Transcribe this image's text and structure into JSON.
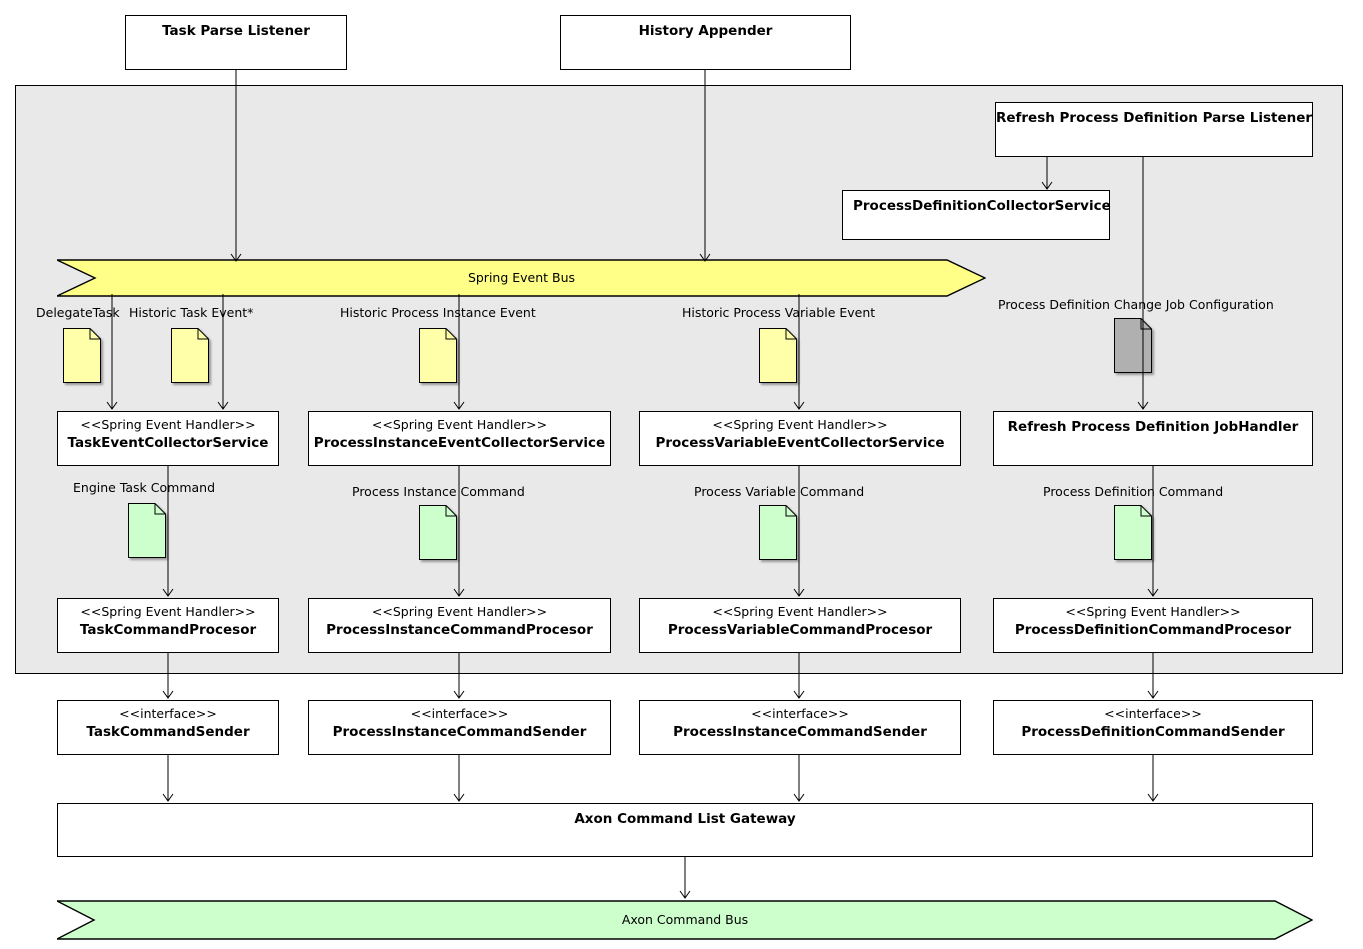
{
  "diagram": {
    "title": "Camunda / Axon event-to-command architecture",
    "colors": {
      "group_fill": "#e9e9e9",
      "event_note_fill": "#ffffaa",
      "command_note_fill": "#ccffcc",
      "config_note_fill": "#b0b0b0",
      "spring_bus_fill": "#ffff88",
      "axon_bus_fill": "#ccffcc",
      "stroke": "#000000",
      "node_fill": "#ffffff"
    }
  },
  "external_nodes": [
    {
      "name": "Task Parse Listener"
    },
    {
      "name": "History Appender"
    }
  ],
  "group": {
    "label": "",
    "nodes": [
      {
        "name": "Refresh Process Definition Parse Listener"
      },
      {
        "name": "ProcessDefinitionCollectorService"
      }
    ]
  },
  "spring_bus": {
    "label": "Spring Event Bus"
  },
  "axon_bus": {
    "label": "Axon Command Bus"
  },
  "gateway": {
    "name": "Axon Command List Gateway"
  },
  "event_notes": [
    {
      "label": "DelegateTask",
      "kind": "event"
    },
    {
      "label": "Historic Task Event*",
      "kind": "event"
    },
    {
      "label": "Historic Process Instance Event",
      "kind": "event"
    },
    {
      "label": "Historic Process Variable Event",
      "kind": "event"
    },
    {
      "label": "Process Definition Change Job Configuration",
      "kind": "config"
    }
  ],
  "collector_row": [
    {
      "stereotype": "<<Spring Event Handler>>",
      "name": "TaskEventCollectorService"
    },
    {
      "stereotype": "<<Spring Event Handler>>",
      "name": "ProcessInstanceEventCollectorService"
    },
    {
      "stereotype": "<<Spring Event Handler>>",
      "name": "ProcessVariableEventCollectorService"
    },
    {
      "stereotype": "",
      "name": "Refresh Process Definition JobHandler"
    }
  ],
  "command_notes": [
    {
      "label": "Engine Task Command"
    },
    {
      "label": "Process Instance Command"
    },
    {
      "label": "Process Variable Command"
    },
    {
      "label": "Process Definition Command"
    }
  ],
  "processor_row": [
    {
      "stereotype": "<<Spring Event Handler>>",
      "name": "TaskCommandProcesor"
    },
    {
      "stereotype": "<<Spring Event Handler>>",
      "name": "ProcessInstanceCommandProcesor"
    },
    {
      "stereotype": "<<Spring Event Handler>>",
      "name": "ProcessVariableCommandProcesor"
    },
    {
      "stereotype": "<<Spring Event Handler>>",
      "name": "ProcessDefinitionCommandProcesor"
    }
  ],
  "interface_row": [
    {
      "stereotype": "<<interface>>",
      "name": "TaskCommandSender"
    },
    {
      "stereotype": "<<interface>>",
      "name": "ProcessInstanceCommandSender"
    },
    {
      "stereotype": "<<interface>>",
      "name": "ProcessInstanceCommandSender"
    },
    {
      "stereotype": "<<interface>>",
      "name": "ProcessDefinitionCommandSender"
    }
  ]
}
